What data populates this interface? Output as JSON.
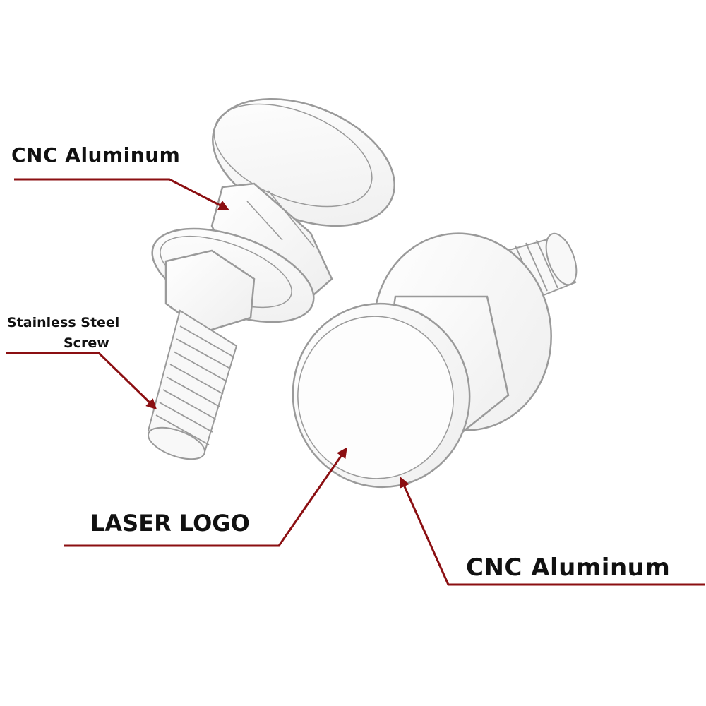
{
  "annotations": {
    "cnc_aluminum_top": "CNC Aluminum",
    "stainless_steel_line1": "Stainless Steel",
    "stainless_steel_line2": "Screw",
    "laser_logo": "LASER LOGO",
    "cnc_aluminum_bottom": "CNC Aluminum"
  },
  "colors": {
    "leader_line": "#8b0f12",
    "outline": "#9a9a9a",
    "text": "#111111"
  }
}
